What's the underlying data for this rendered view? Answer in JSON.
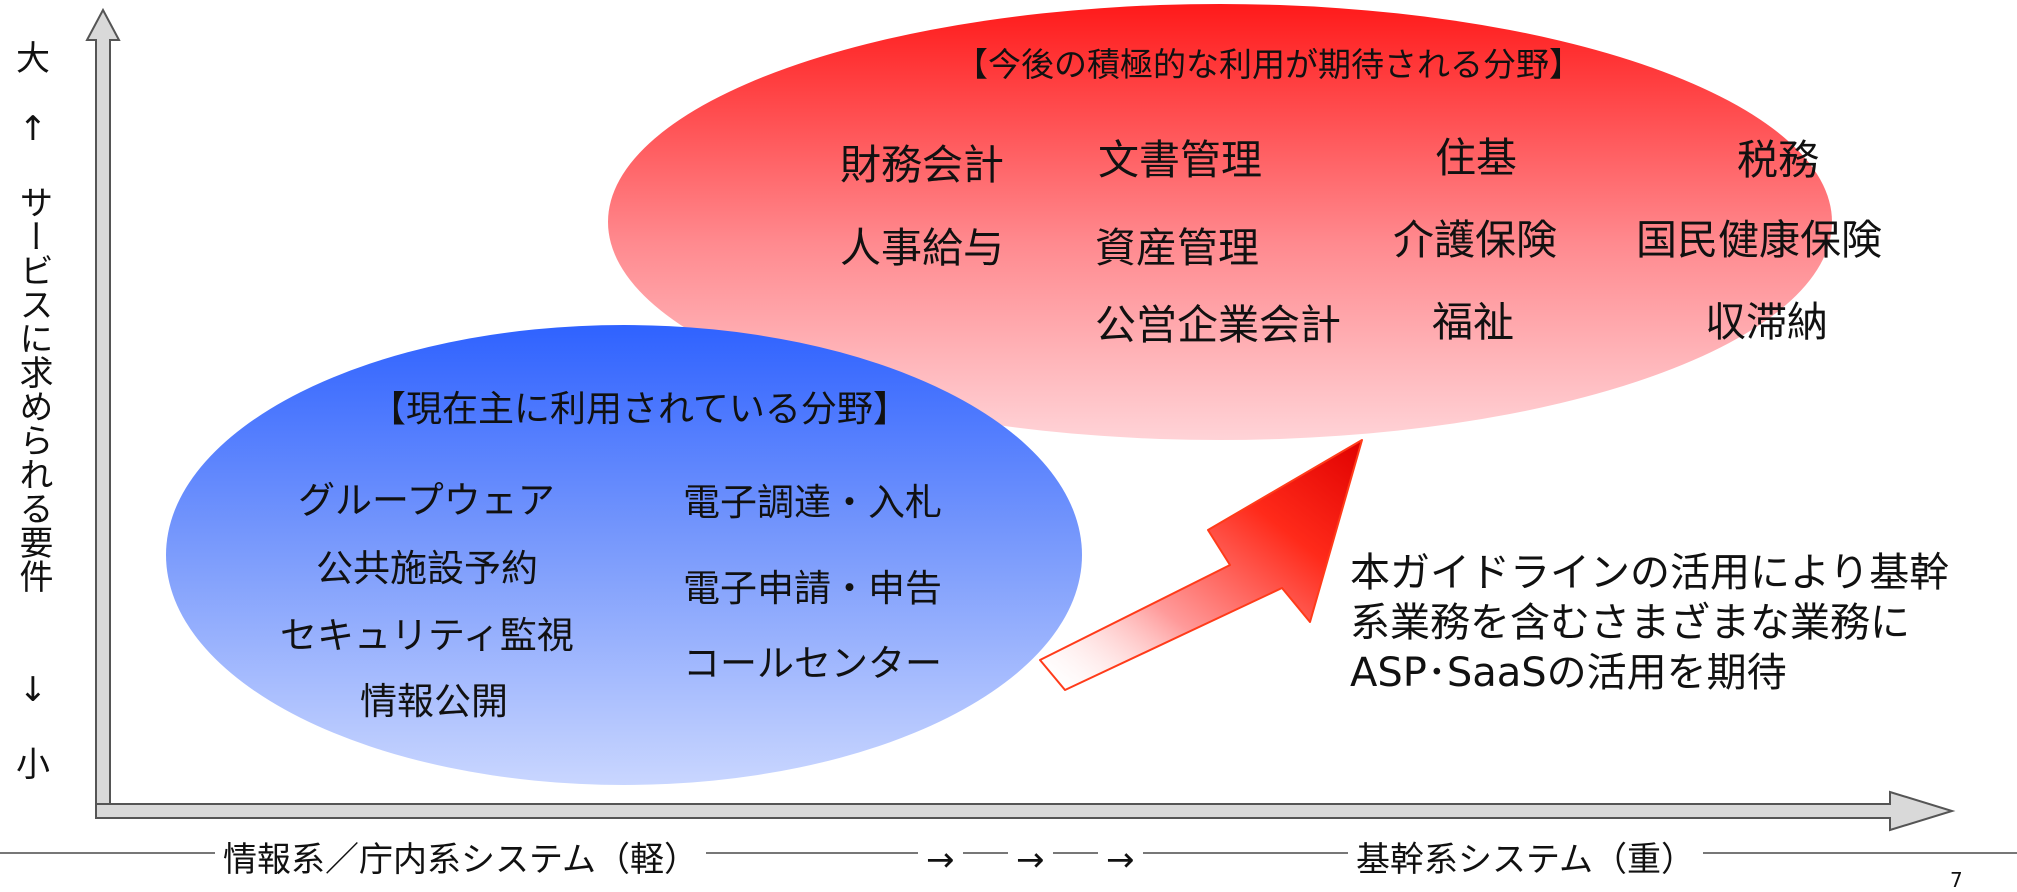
{
  "y_axis": {
    "top": "大",
    "up_arrow": "↑",
    "label": "サービスに求められる要件",
    "down_arrow": "↓",
    "bottom": "小"
  },
  "x_axis": {
    "left_label": "情報系／庁内系システム（軽）",
    "arrows": [
      "→",
      "→",
      "→"
    ],
    "right_label": "基幹系システム（重）"
  },
  "future_fields": {
    "title": "【今後の積極的な利用が期待される分野】",
    "items": [
      "財務会計",
      "文書管理",
      "住基",
      "税務",
      "人事給与",
      "資産管理",
      "介護保険",
      "国民健康保険",
      "公営企業会計",
      "福祉",
      "収滞納"
    ]
  },
  "current_fields": {
    "title": "【現在主に利用されている分野】",
    "items": [
      "グループウェア",
      "電子調達・入札",
      "公共施設予約",
      "電子申請・申告",
      "セキュリティ監視",
      "コールセンター",
      "情報公開"
    ]
  },
  "note": "本ガイドラインの活用により基幹系業務を含むさまざまな業務にASP･SaaSの活用を期待",
  "page_number": "7",
  "colors": {
    "red_top": "#ff1a1a",
    "red_bottom": "#ffd0d4",
    "blue_top": "#3366ff",
    "blue_bottom": "#c6d4ff",
    "axis_fill": "#d9d9d9",
    "axis_stroke": "#555555"
  }
}
